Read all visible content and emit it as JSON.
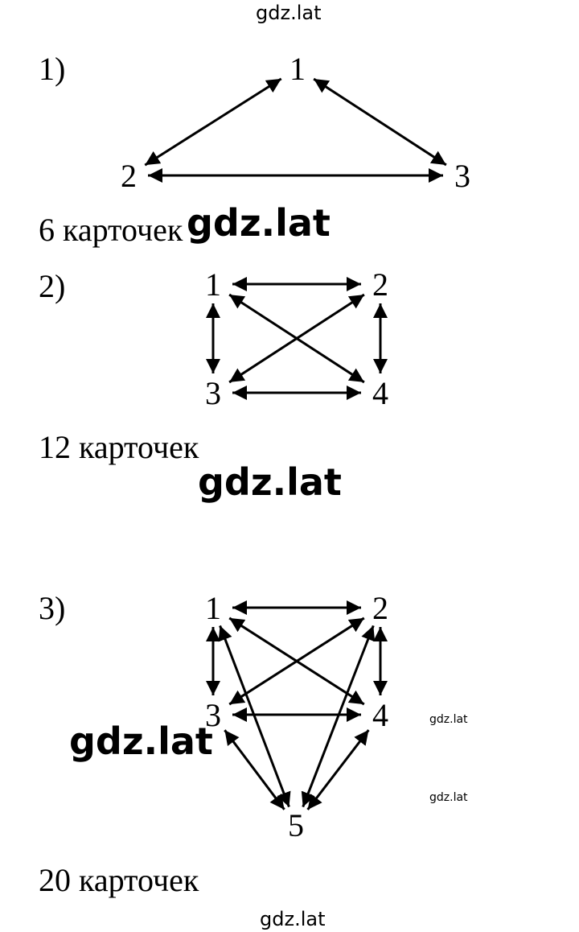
{
  "watermarks": {
    "top": "gdz.lat",
    "big1": "gdz.lat",
    "big2": "gdz.lat",
    "big3": "gdz.lat",
    "tiny1": "gdz.lat",
    "tiny2": "gdz.lat",
    "bottom": "gdz.lat"
  },
  "problems": [
    {
      "number": "1)",
      "caption": "6 карточек",
      "nodes": [
        "1",
        "2",
        "3"
      ]
    },
    {
      "number": "2)",
      "caption": "12 карточек",
      "nodes": [
        "1",
        "2",
        "3",
        "4"
      ]
    },
    {
      "number": "3)",
      "caption": "20 карточек",
      "nodes": [
        "1",
        "2",
        "3",
        "4",
        "5"
      ]
    }
  ],
  "edges": [
    [
      [
        "1",
        "2"
      ],
      [
        "1",
        "3"
      ],
      [
        "2",
        "3"
      ]
    ],
    [
      [
        "1",
        "2"
      ],
      [
        "1",
        "3"
      ],
      [
        "1",
        "4"
      ],
      [
        "2",
        "3"
      ],
      [
        "2",
        "4"
      ],
      [
        "3",
        "4"
      ]
    ],
    [
      [
        "1",
        "2"
      ],
      [
        "1",
        "3"
      ],
      [
        "1",
        "4"
      ],
      [
        "1",
        "5"
      ],
      [
        "2",
        "3"
      ],
      [
        "2",
        "4"
      ],
      [
        "2",
        "5"
      ],
      [
        "3",
        "4"
      ],
      [
        "3",
        "5"
      ],
      [
        "4",
        "5"
      ]
    ]
  ]
}
